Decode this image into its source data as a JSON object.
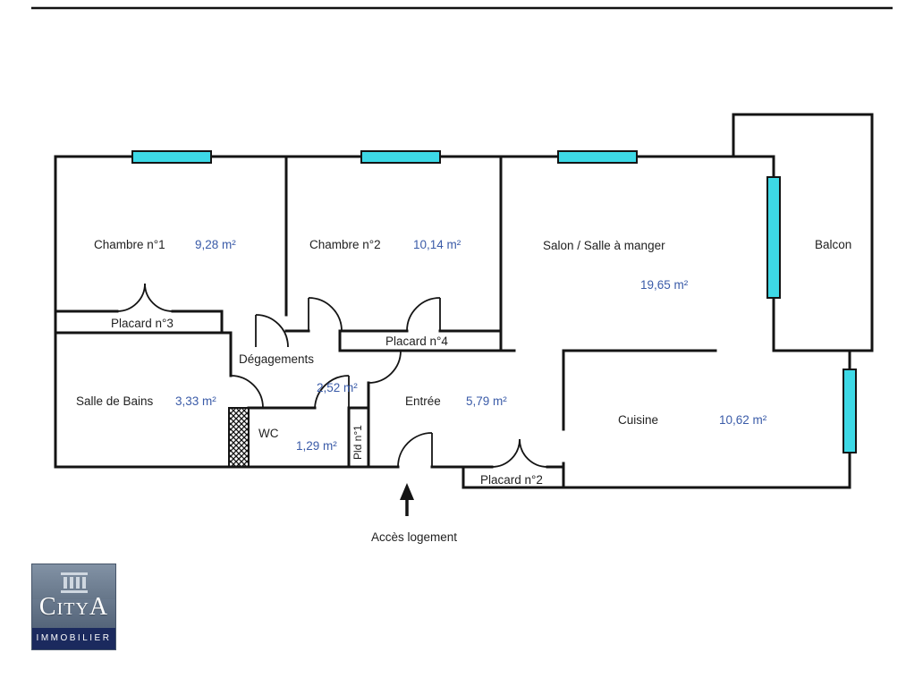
{
  "rooms": {
    "chambre1": {
      "label": "Chambre n°1",
      "area": "9,28 m²"
    },
    "chambre2": {
      "label": "Chambre n°2",
      "area": "10,14 m²"
    },
    "salon": {
      "label": "Salon / Salle à manger",
      "area": "19,65 m²"
    },
    "balcon": {
      "label": "Balcon"
    },
    "placard3": {
      "label": "Placard n°3"
    },
    "placard4": {
      "label": "Placard n°4"
    },
    "degagements": {
      "label": "Dégagements",
      "area": "2,52 m²"
    },
    "bains": {
      "label": "Salle de Bains",
      "area": "3,33 m²"
    },
    "wc": {
      "label": "WC",
      "area": "1,29 m²"
    },
    "pld1": {
      "label": "Pld n°1"
    },
    "entree": {
      "label": "Entrée",
      "area": "5,79 m²"
    },
    "cuisine": {
      "label": "Cuisine",
      "area": "10,62 m²"
    },
    "placard2": {
      "label": "Placard n°2"
    }
  },
  "annotations": {
    "access_label": "Accès logement"
  },
  "logo": {
    "brand": "CityA",
    "tagline": "IMMOBILIER"
  },
  "colors": {
    "wall": "#141414",
    "window_fill": "#3dd9e6",
    "area_text": "#3a5ba8",
    "label_text": "#1f1f1f",
    "logo_bar": "#1b2a5e"
  }
}
